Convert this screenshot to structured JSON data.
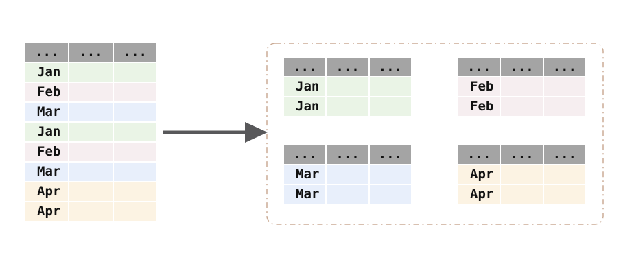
{
  "source_table": {
    "header": [
      "...",
      "...",
      "..."
    ],
    "rows": [
      "Jan",
      "Feb",
      "Mar",
      "Jan",
      "Feb",
      "Mar",
      "Apr",
      "Apr"
    ]
  },
  "groups": [
    {
      "label": "Jan",
      "header": [
        "...",
        "...",
        "..."
      ],
      "rows": [
        "Jan",
        "Jan"
      ]
    },
    {
      "label": "Feb",
      "header": [
        "...",
        "...",
        "..."
      ],
      "rows": [
        "Feb",
        "Feb"
      ]
    },
    {
      "label": "Mar",
      "header": [
        "...",
        "...",
        "..."
      ],
      "rows": [
        "Mar",
        "Mar"
      ]
    },
    {
      "label": "Apr",
      "header": [
        "...",
        "...",
        "..."
      ],
      "rows": [
        "Apr",
        "Apr"
      ]
    }
  ],
  "colors": {
    "header_bg": "#a4a4a4",
    "row_bg": {
      "Jan": "#eaf4e6",
      "Feb": "#f6eef0",
      "Mar": "#e8effb",
      "Apr": "#fcf3e3"
    },
    "text": "#111111",
    "arrow": "#58585a",
    "panel_border": "#cbac96"
  }
}
